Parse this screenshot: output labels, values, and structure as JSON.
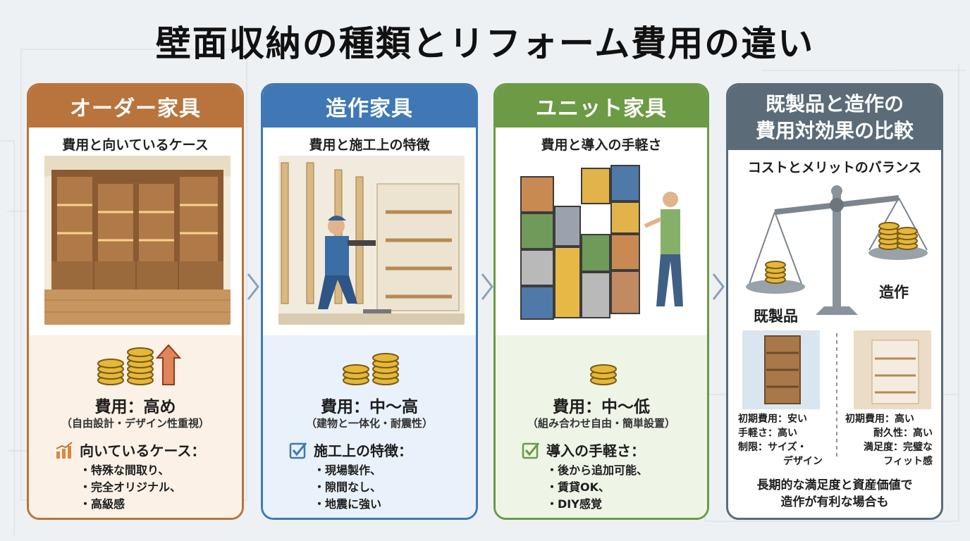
{
  "title": "壁面収納の種類とリフォーム費用の違い",
  "cards": [
    {
      "header": "オーダー家具",
      "subtitle": "費用と向いているケース",
      "cost": "費用：高め",
      "cost_note": "（自由設計・デザイン性重視）",
      "feature_icon": "chart-up-icon",
      "feature_head": "向いているケース：",
      "features": [
        "特殊な間取り、",
        "完全オリジナル、",
        "高級感"
      ],
      "color": "#b8743c"
    },
    {
      "header": "造作家具",
      "subtitle": "費用と施工上の特徴",
      "cost": "費用：中〜高",
      "cost_note": "（建物と一体化・耐震性）",
      "feature_icon": "checkbox-icon",
      "feature_head": "施工上の特徴：",
      "features": [
        "現場製作、",
        "隙間なし、",
        "地震に強い"
      ],
      "color": "#3f78b5"
    },
    {
      "header": "ユニット家具",
      "subtitle": "費用と導入の手軽さ",
      "cost": "費用：中〜低",
      "cost_note": "（組み合わせ自由・簡単設置）",
      "feature_icon": "checkbox-icon",
      "feature_head": "導入の手軽さ：",
      "features": [
        "後から追加可能、",
        "賃貸OK、",
        "DIY感覚"
      ],
      "color": "#6c9a45"
    }
  ],
  "comparison": {
    "title_line1": "既製品と造作の",
    "title_line2": "費用対効果の比較",
    "subtitle": "コストとメリットのバランス",
    "left_label": "既製品",
    "right_label": "造作",
    "left_specs": [
      "初期費用：安い",
      "手軽さ：高い",
      "制限：サイズ・",
      "デザイン"
    ],
    "right_specs": [
      "初期費用：高い",
      "耐久性：高い",
      "満足度：完璧な",
      "フィット感"
    ],
    "footer_line1": "長期的な満足度と資産価値で",
    "footer_line2": "造作が有利な場合も",
    "color": "#5b6b78"
  }
}
